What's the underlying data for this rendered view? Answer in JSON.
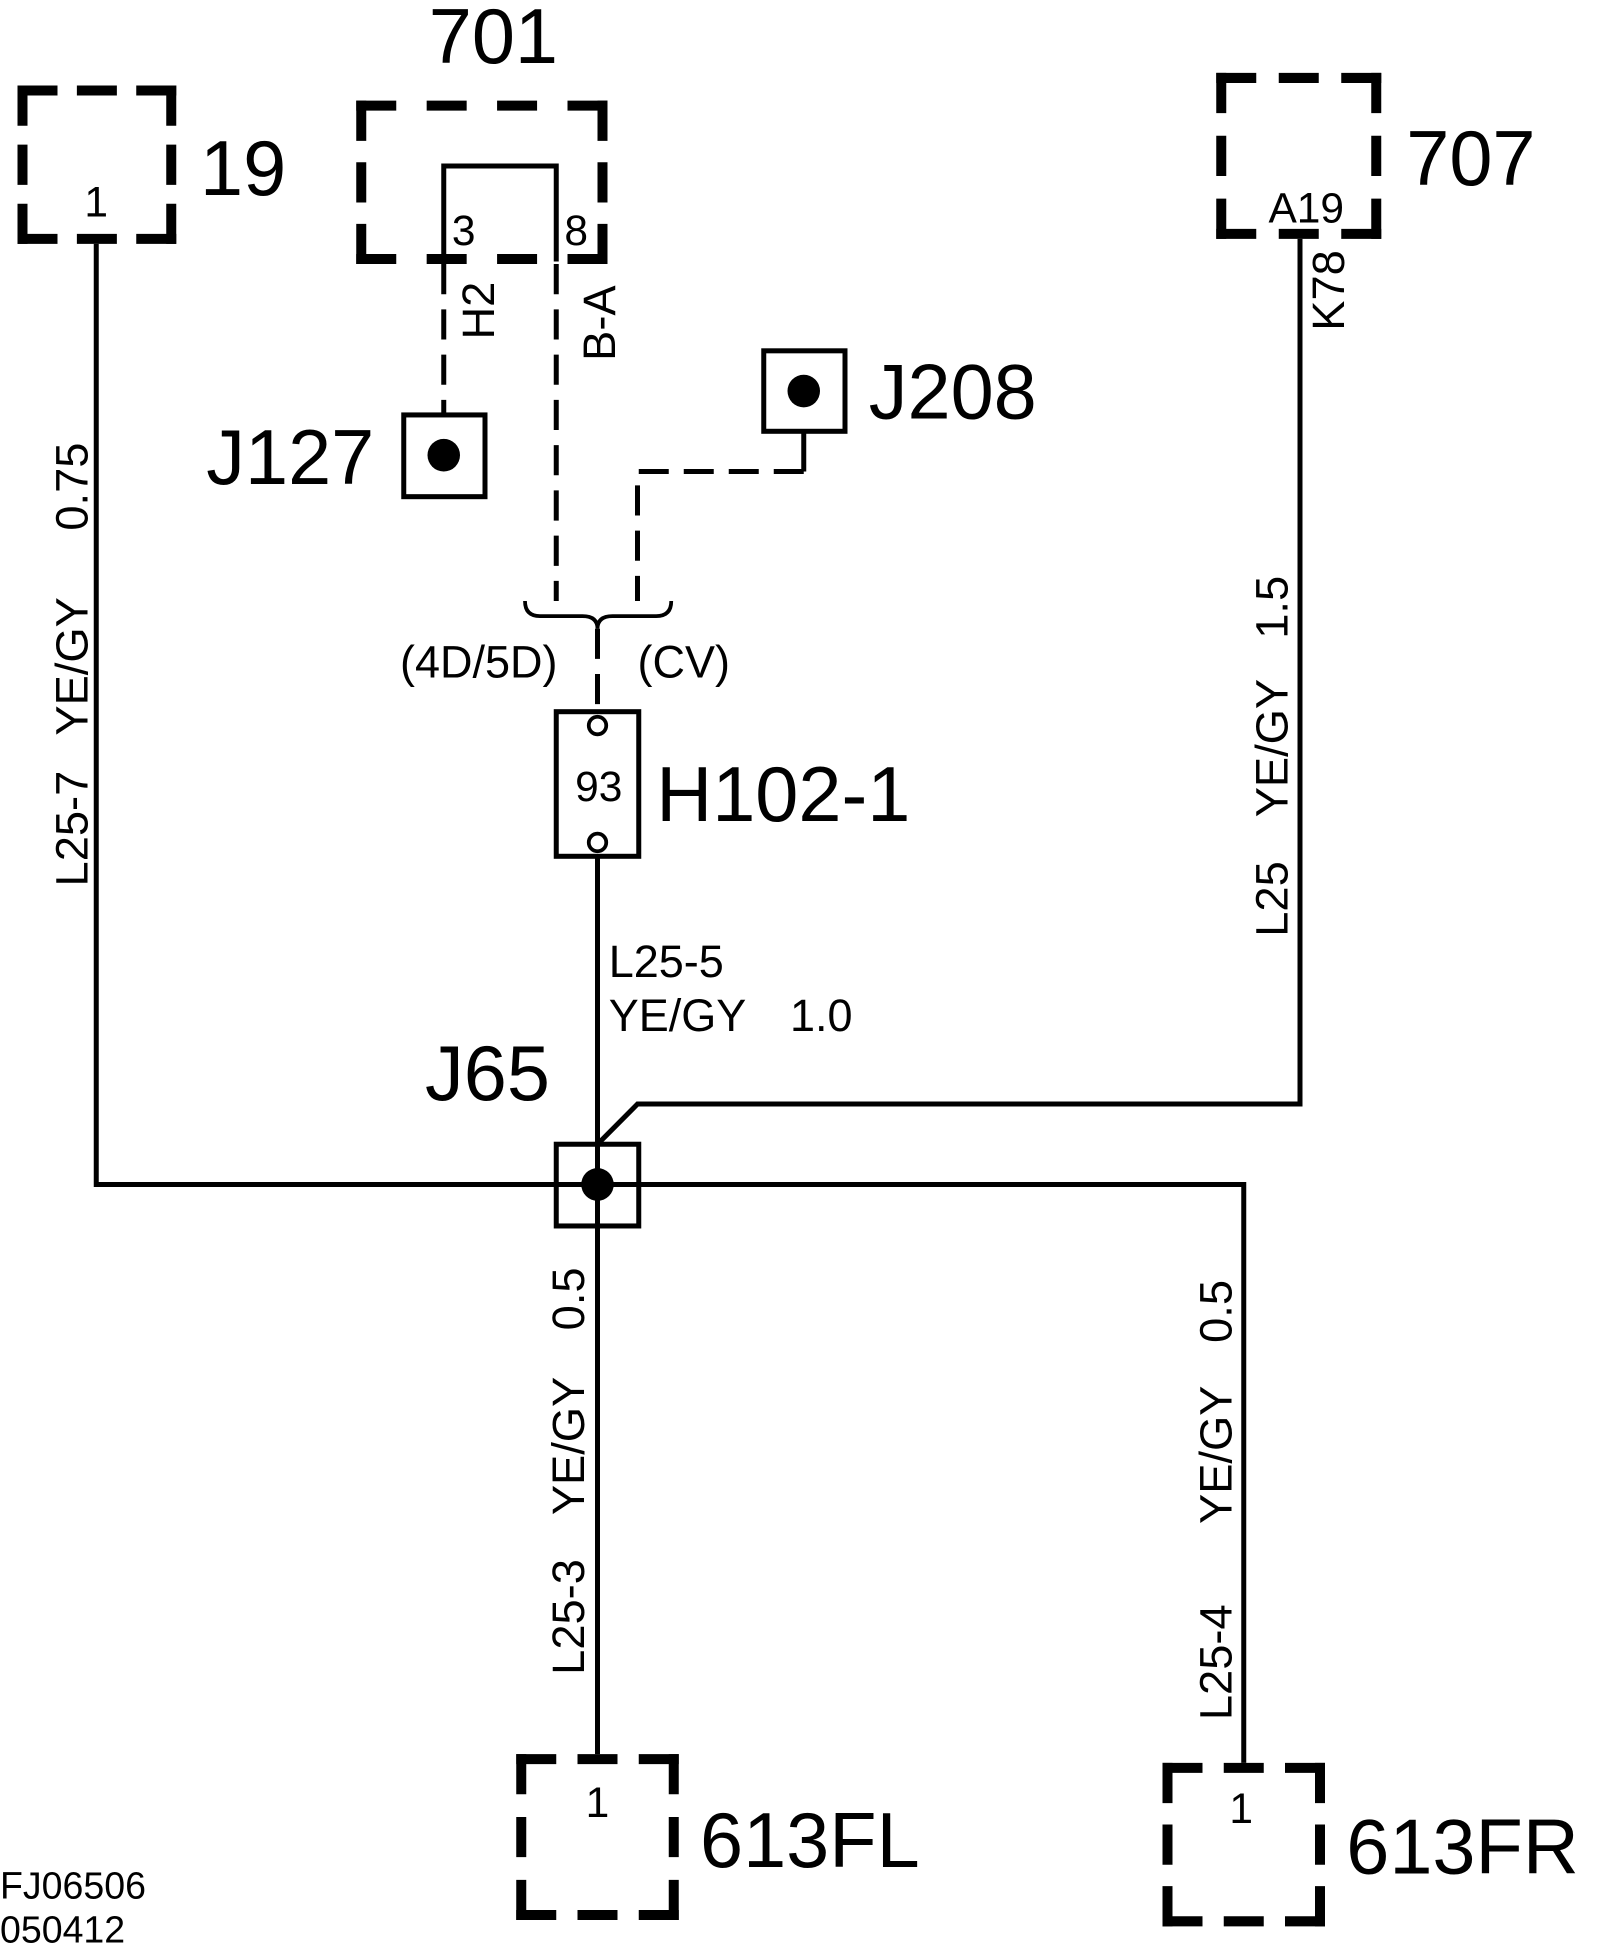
{
  "connectors": {
    "c19": {
      "id": "19",
      "pin": "1"
    },
    "c701": {
      "id": "701",
      "pin_a": "3",
      "pin_b": "8"
    },
    "c707": {
      "id": "707",
      "pin": "A19"
    },
    "c613fl": {
      "id": "613FL",
      "pin": "1"
    },
    "c613fr": {
      "id": "613FR",
      "pin": "1"
    }
  },
  "splices": {
    "j127": "J127",
    "j208": "J208",
    "j65": "J65"
  },
  "inline_connector": {
    "id": "H102-1",
    "pin": "93"
  },
  "wires": {
    "from_19": {
      "circuit": "L25-7",
      "color": "YE/GY",
      "size": "0.75"
    },
    "from_707": {
      "circuit": "L25",
      "color": "YE/GY",
      "size": "1.5"
    },
    "from_h102": {
      "circuit": "L25-5",
      "color": "YE/GY",
      "size": "1.0"
    },
    "to_613fl": {
      "circuit": "L25-3",
      "color": "YE/GY",
      "size": "0.5"
    },
    "to_613fr": {
      "circuit": "L25-4",
      "color": "YE/GY",
      "size": "0.5"
    },
    "from_701_pin3": {
      "circuit": "H2"
    },
    "from_701_pin8": {
      "circuit": "B-A"
    },
    "from_707_pin": {
      "circuit": "K78"
    }
  },
  "variants": {
    "left": "(4D/5D)",
    "right": "(CV)"
  },
  "footer": {
    "line1": "FJ06506",
    "line2": "050412"
  },
  "colors": {
    "ink": "#000000",
    "paper": "#ffffff"
  }
}
